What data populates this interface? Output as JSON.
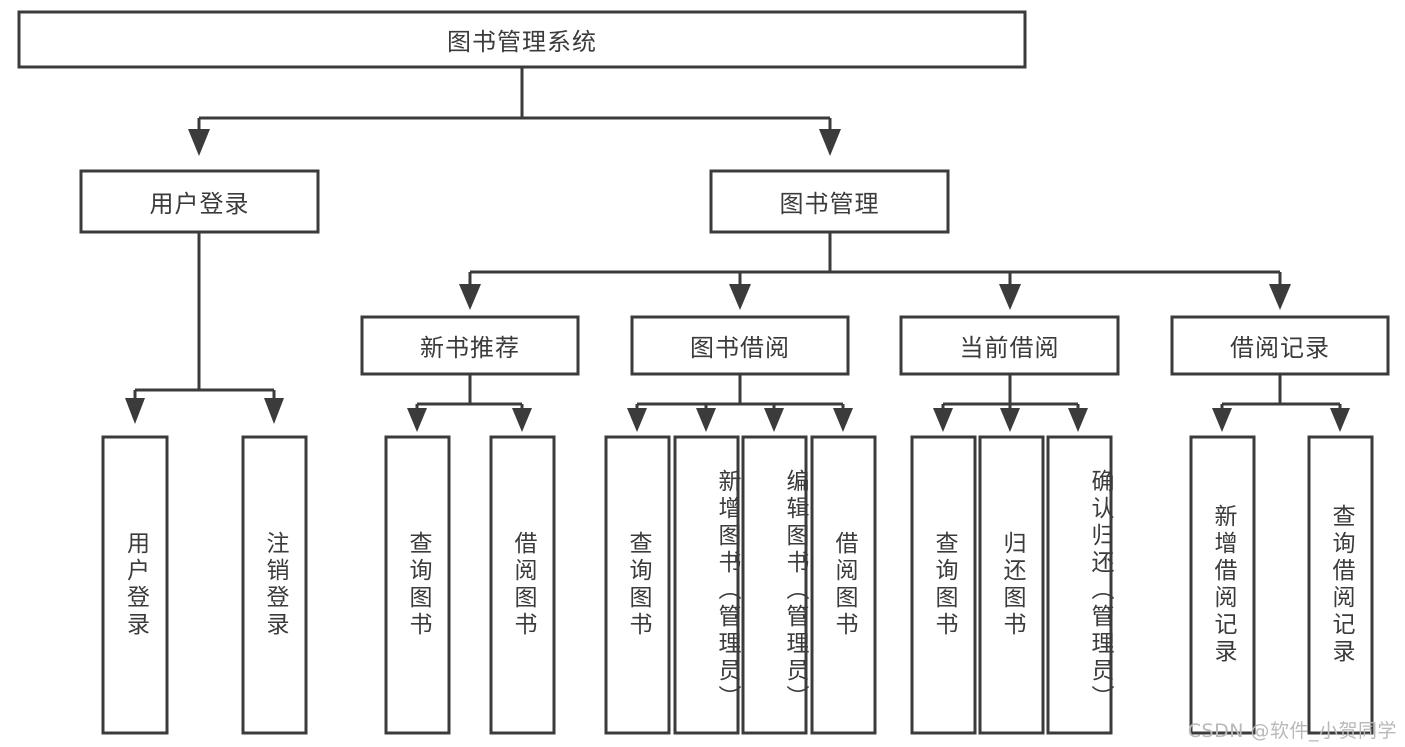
{
  "diagram": {
    "title": "图书管理系统",
    "type": "tree",
    "orientation": "top-down",
    "colors": {
      "box_stroke": "#3b3b3b",
      "box_fill": "#ffffff",
      "connector": "#3b3b3b",
      "text": "#3b3b3b",
      "background": "#ffffff",
      "watermark": "#b9b9b9"
    },
    "root": {
      "label": "图书管理系统"
    },
    "level2": [
      {
        "label": "用户登录"
      },
      {
        "label": "图书管理"
      }
    ],
    "level3": [
      {
        "label": "新书推荐"
      },
      {
        "label": "图书借阅"
      },
      {
        "label": "当前借阅"
      },
      {
        "label": "借阅记录"
      }
    ],
    "leaves": [
      {
        "label": "用户登录",
        "parent": "用户登录"
      },
      {
        "label": "注销登录",
        "parent": "用户登录"
      },
      {
        "label": "查询图书",
        "parent": "新书推荐"
      },
      {
        "label": "借阅图书",
        "parent": "新书推荐"
      },
      {
        "label": "查询图书",
        "parent": "图书借阅"
      },
      {
        "label": "新增图书（管理员）",
        "parent": "图书借阅"
      },
      {
        "label": "编辑图书（管理员）",
        "parent": "图书借阅"
      },
      {
        "label": "借阅图书",
        "parent": "图书借阅"
      },
      {
        "label": "查询图书",
        "parent": "当前借阅"
      },
      {
        "label": "归还图书",
        "parent": "当前借阅"
      },
      {
        "label": "确认归还（管理员）",
        "parent": "当前借阅"
      },
      {
        "label": "新增借阅记录",
        "parent": "借阅记录"
      },
      {
        "label": "查询借阅记录",
        "parent": "借阅记录"
      }
    ]
  },
  "watermark": {
    "text": "CSDN @软件_小贺同学"
  }
}
